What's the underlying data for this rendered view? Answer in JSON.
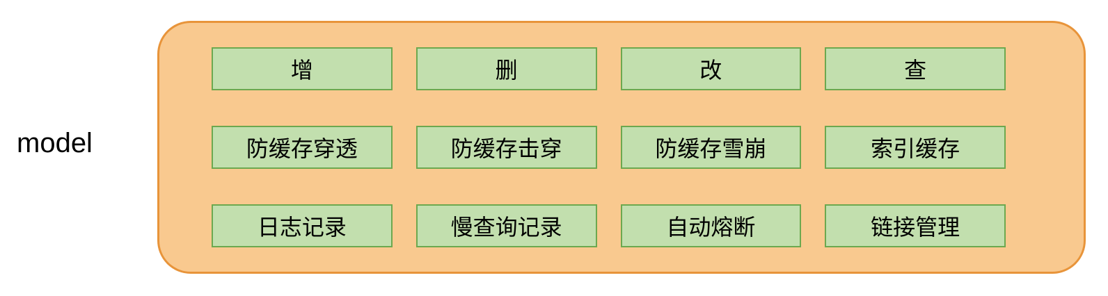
{
  "diagram": {
    "label": "model",
    "colors": {
      "container_fill": "#F9C98F",
      "container_border": "#E8943A",
      "box_fill": "#C2DFAE",
      "box_border": "#6CA84F",
      "text": "#000000",
      "background": "#FFFFFF"
    },
    "grid": {
      "rows": [
        {
          "cells": [
            "增",
            "删",
            "改",
            "查"
          ]
        },
        {
          "cells": [
            "防缓存穿透",
            "防缓存击穿",
            "防缓存雪崩",
            "索引缓存"
          ]
        },
        {
          "cells": [
            "日志记录",
            "慢查询记录",
            "自动熔断",
            "链接管理"
          ]
        }
      ]
    }
  }
}
